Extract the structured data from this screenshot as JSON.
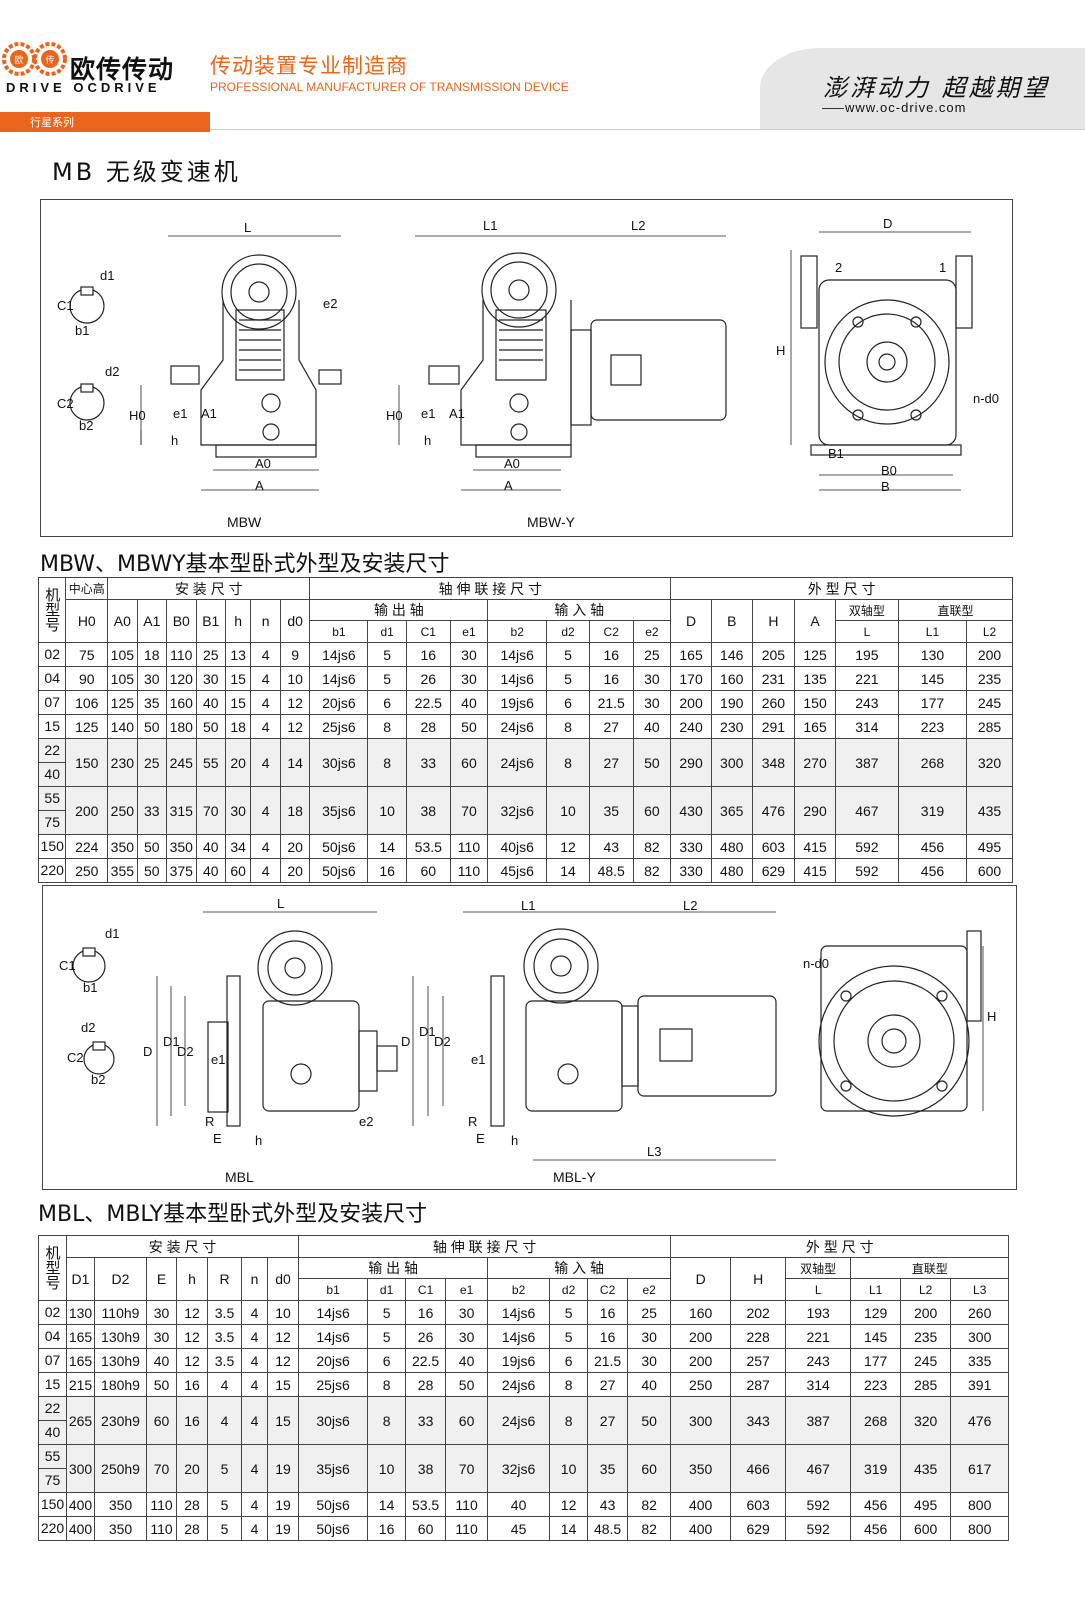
{
  "header": {
    "brand_cn": "欧传传动",
    "brand_en": "DRIVE OCDRIVE",
    "slogan_cn": "传动装置专业制造商",
    "slogan_en": "PROFESSIONAL MANUFACTURER OF TRANSMISSION DEVICE",
    "motto": "澎湃动力 超越期望",
    "website": "www.oc-drive.com",
    "series": "行星系列"
  },
  "page_title": "MB 无级变速机",
  "diagram1": {
    "left_label": "MBW",
    "mid_label": "MBW-Y",
    "dims": {
      "L": "L",
      "L1": "L1",
      "L2": "L2",
      "D": "D",
      "H": "H",
      "H0": "H0",
      "h": "h",
      "A": "A",
      "A0": "A0",
      "A1": "A1",
      "e1": "e1",
      "e2": "e2",
      "B": "B",
      "B0": "B0",
      "B1": "B1",
      "nd0": "n-d0",
      "d1": "d1",
      "d2": "d2",
      "b1": "b1",
      "b2": "b2",
      "C1": "C1",
      "C2": "C2",
      "n1": "1",
      "n2": "2"
    }
  },
  "table1": {
    "title": "MBW、MBWY基本型卧式外型及安装尺寸",
    "head": {
      "model": "机型号",
      "center_height": "中心高",
      "install": "安 装 尺 寸",
      "shaft": "轴 伸 联 接 尺 寸",
      "output": "输 出 轴",
      "input": "输 入 轴",
      "outline": "外 型 尺 寸",
      "double": "双轴型",
      "direct": "直联型",
      "cols": [
        "H0",
        "A0",
        "A1",
        "B0",
        "B1",
        "h",
        "n",
        "d0",
        "b1",
        "d1",
        "C1",
        "e1",
        "b2",
        "d2",
        "C2",
        "e2",
        "D",
        "B",
        "H",
        "A",
        "L",
        "L1",
        "L2"
      ]
    },
    "rows": [
      {
        "m": [
          "02"
        ],
        "v": [
          "75",
          "105",
          "18",
          "110",
          "25",
          "13",
          "4",
          "9",
          "14js6",
          "5",
          "16",
          "30",
          "14js6",
          "5",
          "16",
          "25",
          "165",
          "146",
          "205",
          "125",
          "195",
          "130",
          "200"
        ]
      },
      {
        "m": [
          "04"
        ],
        "v": [
          "90",
          "105",
          "30",
          "120",
          "30",
          "15",
          "4",
          "10",
          "14js6",
          "5",
          "26",
          "30",
          "14js6",
          "5",
          "16",
          "30",
          "170",
          "160",
          "231",
          "135",
          "221",
          "145",
          "235"
        ]
      },
      {
        "m": [
          "07"
        ],
        "v": [
          "106",
          "125",
          "35",
          "160",
          "40",
          "15",
          "4",
          "12",
          "20js6",
          "6",
          "22.5",
          "40",
          "19js6",
          "6",
          "21.5",
          "30",
          "200",
          "190",
          "260",
          "150",
          "243",
          "177",
          "245"
        ]
      },
      {
        "m": [
          "15"
        ],
        "v": [
          "125",
          "140",
          "50",
          "180",
          "50",
          "18",
          "4",
          "12",
          "25js6",
          "8",
          "28",
          "50",
          "24js6",
          "8",
          "27",
          "40",
          "240",
          "230",
          "291",
          "165",
          "314",
          "223",
          "285"
        ]
      },
      {
        "m": [
          "22",
          "40"
        ],
        "v": [
          "150",
          "230",
          "25",
          "245",
          "55",
          "20",
          "4",
          "14",
          "30js6",
          "8",
          "33",
          "60",
          "24js6",
          "8",
          "27",
          "50",
          "290",
          "300",
          "348",
          "270",
          "387",
          "268",
          "320"
        ]
      },
      {
        "m": [
          "55",
          "75"
        ],
        "v": [
          "200",
          "250",
          "33",
          "315",
          "70",
          "30",
          "4",
          "18",
          "35js6",
          "10",
          "38",
          "70",
          "32js6",
          "10",
          "35",
          "60",
          "430",
          "365",
          "476",
          "290",
          "467",
          "319",
          "435"
        ]
      },
      {
        "m": [
          "150"
        ],
        "v": [
          "224",
          "350",
          "50",
          "350",
          "40",
          "34",
          "4",
          "20",
          "50js6",
          "14",
          "53.5",
          "110",
          "40js6",
          "12",
          "43",
          "82",
          "330",
          "480",
          "603",
          "415",
          "592",
          "456",
          "495"
        ]
      },
      {
        "m": [
          "220"
        ],
        "v": [
          "250",
          "355",
          "50",
          "375",
          "40",
          "60",
          "4",
          "20",
          "50js6",
          "16",
          "60",
          "110",
          "45js6",
          "14",
          "48.5",
          "82",
          "330",
          "480",
          "629",
          "415",
          "592",
          "456",
          "600"
        ]
      }
    ]
  },
  "diagram2": {
    "left_label": "MBL",
    "mid_label": "MBL-Y",
    "dims": {
      "L": "L",
      "L1": "L1",
      "L2": "L2",
      "L3": "L3",
      "D": "D",
      "D1": "D1",
      "D2": "D2",
      "H": "H",
      "R": "R",
      "E": "E",
      "h": "h",
      "e1": "e1",
      "e2": "e2",
      "nd0": "n-d0",
      "d1": "d1",
      "d2": "d2",
      "b1": "b1",
      "b2": "b2",
      "C1": "C1",
      "C2": "C2"
    }
  },
  "table2": {
    "title": "MBL、MBLY基本型卧式外型及安装尺寸",
    "head": {
      "model": "机型号",
      "install": "安 装 尺 寸",
      "shaft": "轴 伸 联 接 尺 寸",
      "output": "输 出 轴",
      "input": "输 入 轴",
      "outline": "外 型 尺 寸",
      "double": "双轴型",
      "direct": "直联型",
      "cols": [
        "D1",
        "D2",
        "E",
        "h",
        "R",
        "n",
        "d0",
        "b1",
        "d1",
        "C1",
        "e1",
        "b2",
        "d2",
        "C2",
        "e2",
        "D",
        "H",
        "L",
        "L1",
        "L2",
        "L3"
      ]
    },
    "rows": [
      {
        "m": [
          "02"
        ],
        "v": [
          "130",
          "110h9",
          "30",
          "12",
          "3.5",
          "4",
          "10",
          "14js6",
          "5",
          "16",
          "30",
          "14js6",
          "5",
          "16",
          "25",
          "160",
          "202",
          "193",
          "129",
          "200",
          "260"
        ]
      },
      {
        "m": [
          "04"
        ],
        "v": [
          "165",
          "130h9",
          "30",
          "12",
          "3.5",
          "4",
          "12",
          "14js6",
          "5",
          "26",
          "30",
          "14js6",
          "5",
          "16",
          "30",
          "200",
          "228",
          "221",
          "145",
          "235",
          "300"
        ]
      },
      {
        "m": [
          "07"
        ],
        "v": [
          "165",
          "130h9",
          "40",
          "12",
          "3.5",
          "4",
          "12",
          "20js6",
          "6",
          "22.5",
          "40",
          "19js6",
          "6",
          "21.5",
          "30",
          "200",
          "257",
          "243",
          "177",
          "245",
          "335"
        ]
      },
      {
        "m": [
          "15"
        ],
        "v": [
          "215",
          "180h9",
          "50",
          "16",
          "4",
          "4",
          "15",
          "25js6",
          "8",
          "28",
          "50",
          "24js6",
          "8",
          "27",
          "40",
          "250",
          "287",
          "314",
          "223",
          "285",
          "391"
        ]
      },
      {
        "m": [
          "22",
          "40"
        ],
        "v": [
          "265",
          "230h9",
          "60",
          "16",
          "4",
          "4",
          "15",
          "30js6",
          "8",
          "33",
          "60",
          "24js6",
          "8",
          "27",
          "50",
          "300",
          "343",
          "387",
          "268",
          "320",
          "476"
        ]
      },
      {
        "m": [
          "55",
          "75"
        ],
        "v": [
          "300",
          "250h9",
          "70",
          "20",
          "5",
          "4",
          "19",
          "35js6",
          "10",
          "38",
          "70",
          "32js6",
          "10",
          "35",
          "60",
          "350",
          "466",
          "467",
          "319",
          "435",
          "617"
        ]
      },
      {
        "m": [
          "150"
        ],
        "v": [
          "400",
          "350",
          "110",
          "28",
          "5",
          "4",
          "19",
          "50js6",
          "14",
          "53.5",
          "110",
          "40",
          "12",
          "43",
          "82",
          "400",
          "603",
          "592",
          "456",
          "495",
          "800"
        ]
      },
      {
        "m": [
          "220"
        ],
        "v": [
          "400",
          "350",
          "110",
          "28",
          "5",
          "4",
          "19",
          "50js6",
          "16",
          "60",
          "110",
          "45",
          "14",
          "48.5",
          "82",
          "400",
          "629",
          "592",
          "456",
          "600",
          "800"
        ]
      }
    ]
  }
}
